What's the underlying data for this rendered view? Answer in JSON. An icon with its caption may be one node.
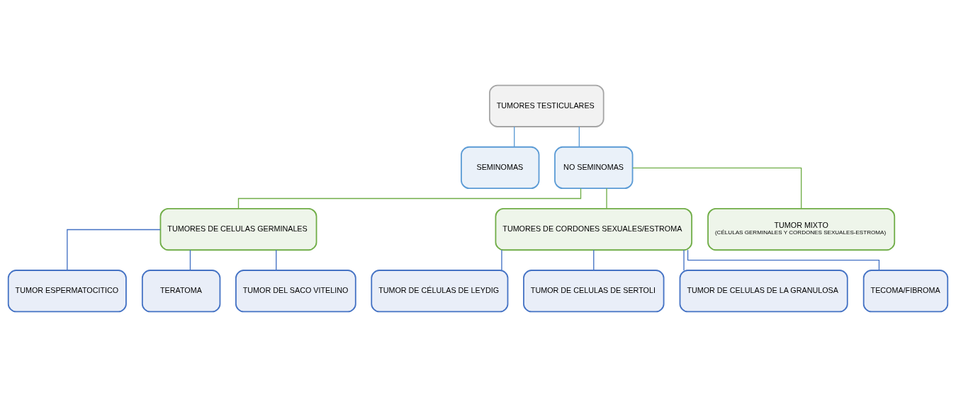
{
  "diagram": {
    "nodes": [
      {
        "text": [
          "TUMORES TESTICULARES"
        ]
      },
      {
        "text": [
          "SEMINOMAS"
        ]
      },
      {
        "text": [
          "NO SEMINOMAS"
        ]
      },
      {
        "text": [
          "TUMORES DE CELULAS GERMINALES"
        ]
      },
      {
        "text": [
          "TUMORES DE CORDONES SEXUALES/ESTROMA"
        ]
      },
      {
        "text": [
          "TUMOR MIXTO",
          "(CÉLULAS GERMINALES Y CORDONES SEXUALES-ESTROMA)"
        ]
      },
      {
        "text": [
          "TUMOR ESPERMATOCITICO"
        ]
      },
      {
        "text": [
          "TERATOMA"
        ]
      },
      {
        "text": [
          "TUMOR DEL SACO VITELINO"
        ]
      },
      {
        "text": [
          "TUMOR DE CÉLULAS DE LEYDIG"
        ]
      },
      {
        "text": [
          "TUMOR DE CELULAS DE SERTOLI"
        ]
      },
      {
        "text": [
          "TUMOR DE CELULAS DE LA GRANULOSA"
        ]
      },
      {
        "text": [
          "TECOMA/FIBROMA"
        ]
      }
    ],
    "edges": [
      {
        "from": 0,
        "to": 1,
        "arrow": "none",
        "color": "#5b9bd5"
      },
      {
        "from": 0,
        "to": 2,
        "arrow": "none",
        "color": "#5b9bd5"
      },
      {
        "from": 2,
        "to": 3,
        "arrow": "none",
        "color": "#70ad47"
      },
      {
        "from": 2,
        "to": 4,
        "arrow": "none",
        "color": "#70ad47"
      },
      {
        "from": 2,
        "to": 5,
        "arrow": "none",
        "color": "#70ad47"
      },
      {
        "from": 3,
        "to": 6,
        "arrow": "none"
      },
      {
        "from": 3,
        "to": 7,
        "arrow": "none"
      },
      {
        "from": 3,
        "to": 8,
        "arrow": "none"
      },
      {
        "from": 4,
        "to": 9,
        "arrow": "none"
      },
      {
        "from": 4,
        "to": 10,
        "arrow": "none"
      },
      {
        "from": 4,
        "to": 11,
        "arrow": "none"
      },
      {
        "from": 4,
        "to": 12,
        "arrow": "none"
      }
    ]
  }
}
